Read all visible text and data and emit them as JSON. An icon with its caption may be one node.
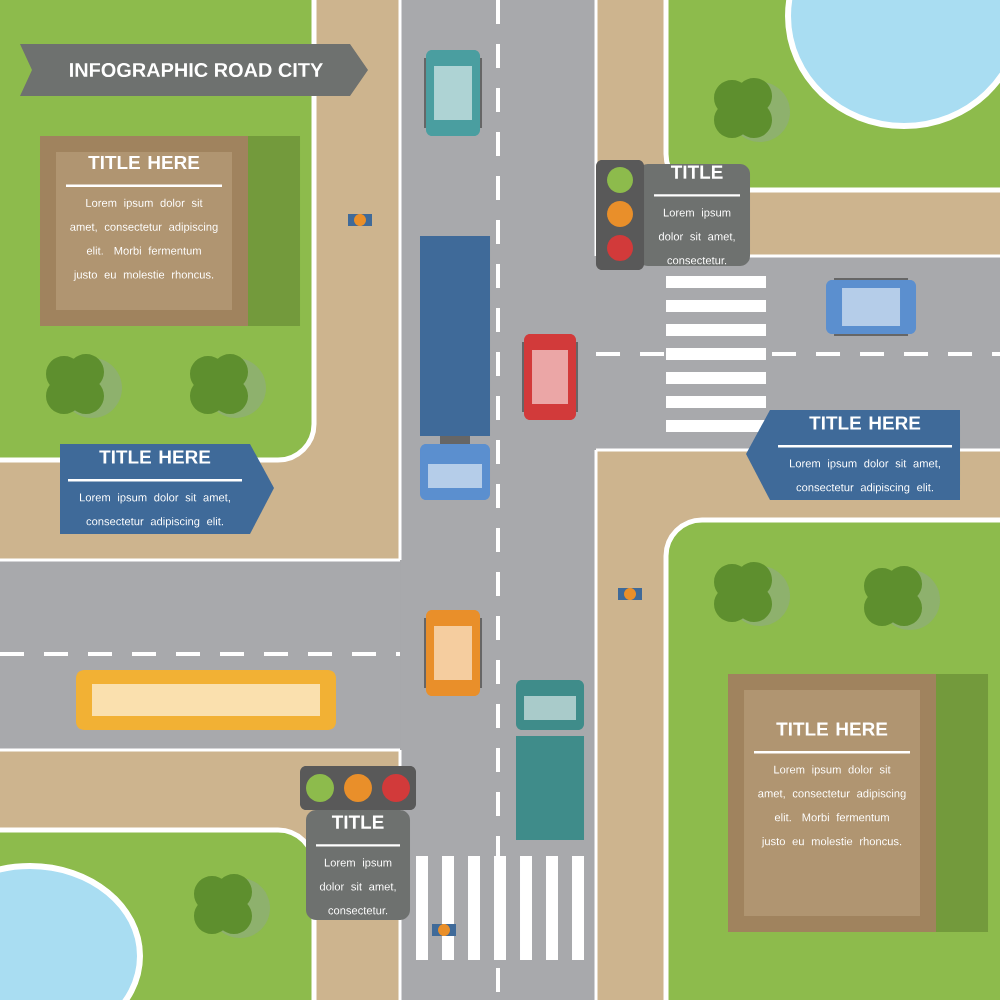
{
  "diagram": {
    "title": "INFOGRAPHIC ROAD CITY",
    "nodes": [
      {
        "text": [
          "TITLE HERE",
          "Lorem ipsum dolor sit amet, consectetur adipiscing elit. Morbi fermentum justo eu molestie rhoncus."
        ]
      },
      {
        "text": [
          "TITLE",
          "Lorem ipsum dolor sit amet, consectetur."
        ]
      },
      {
        "text": [
          "TITLE HERE",
          "Lorem ipsum dolor sit amet, consectetur adipiscing elit."
        ]
      },
      {
        "text": [
          "TITLE HERE",
          "Lorem ipsum dolor sit amet, consectetur adipiscing elit."
        ]
      },
      {
        "text": [
          "TITLE HERE",
          "Lorem ipsum dolor sit amet, consectetur adipiscing elit. Morbi fermentum justo eu molestie rhoncus."
        ]
      },
      {
        "text": [
          "TITLE",
          "Lorem ipsum dolor sit amet, consectetur."
        ]
      }
    ]
  }
}
